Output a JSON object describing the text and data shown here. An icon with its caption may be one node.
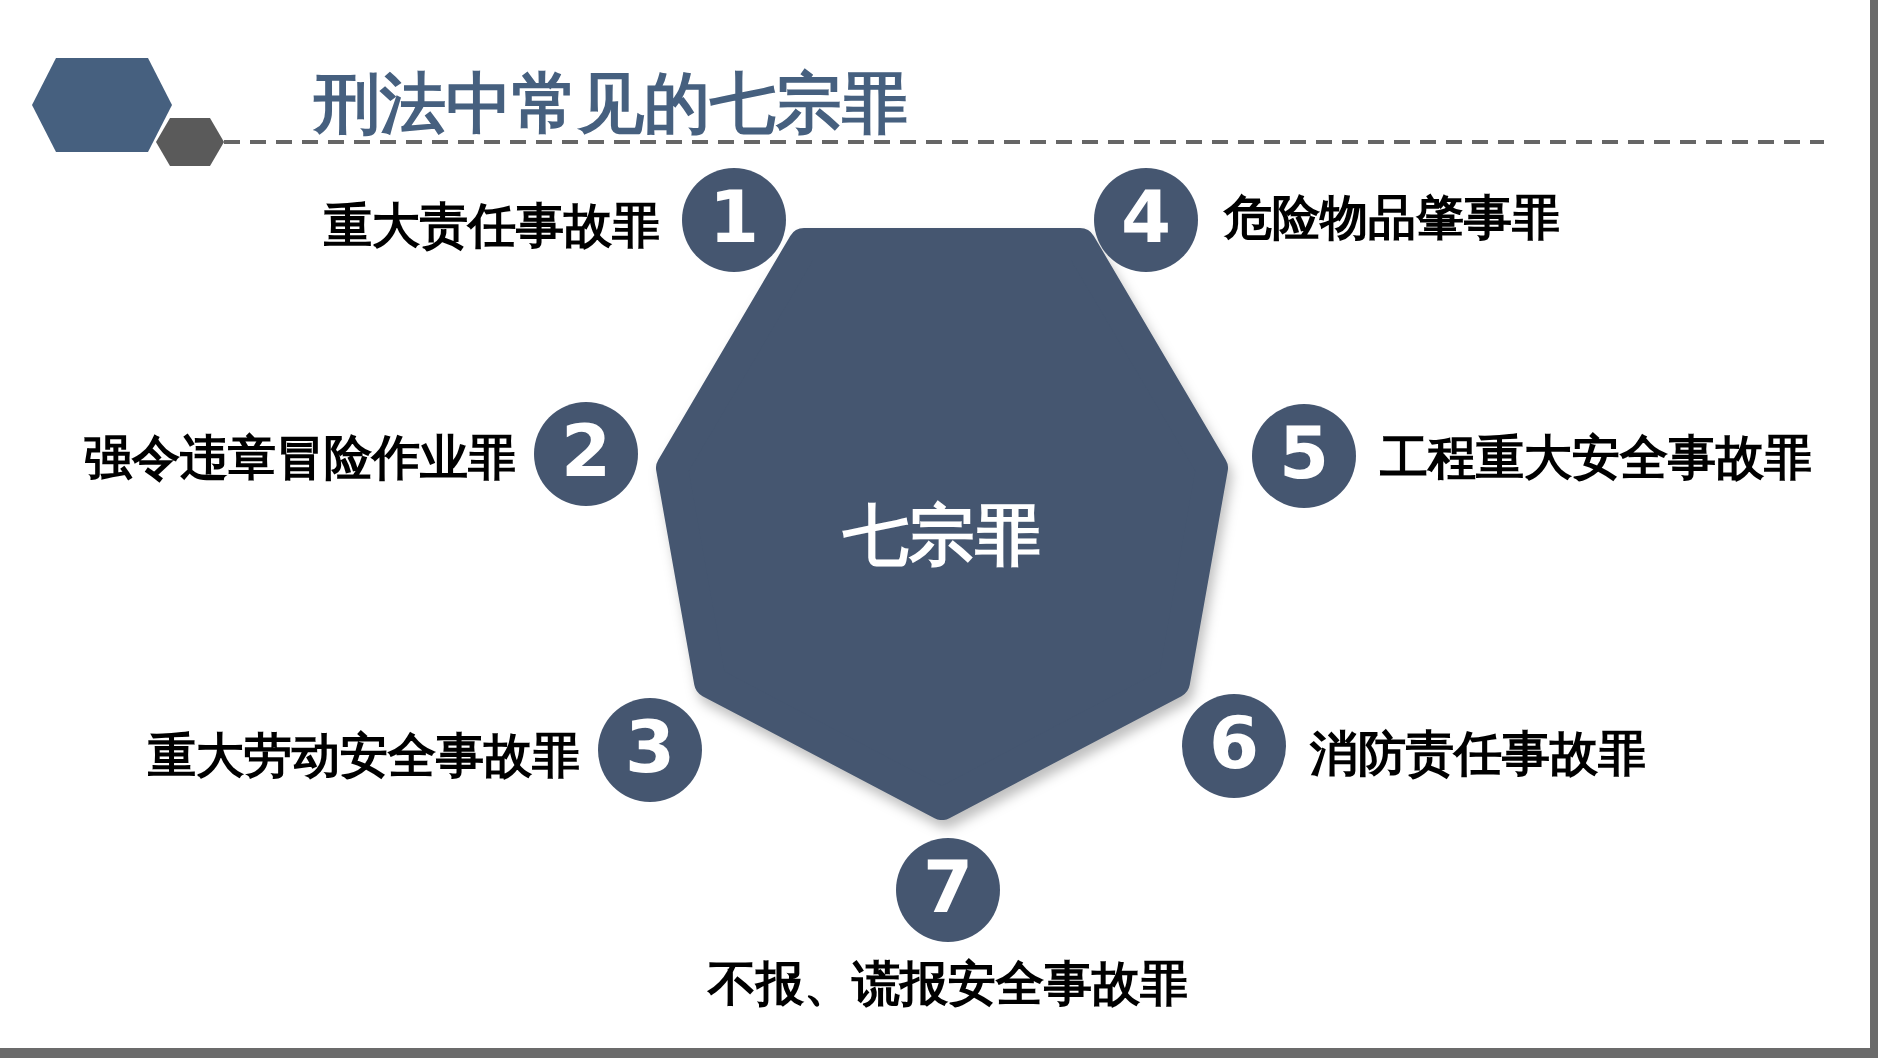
{
  "diagram": {
    "title": "刑法中常见的七宗罪",
    "nodes": [
      {
        "text": [
          "七宗罪"
        ]
      },
      {
        "text": [
          "1"
        ],
        "beside": [
          "重大责任事故罪"
        ]
      },
      {
        "text": [
          "2"
        ],
        "beside": [
          "强令违章冒险作业罪"
        ]
      },
      {
        "text": [
          "3"
        ],
        "beside": [
          "重大劳动安全事故罪"
        ]
      },
      {
        "text": [
          "4"
        ],
        "beside": [
          "危险物品肇事罪"
        ]
      },
      {
        "text": [
          "5"
        ],
        "beside": [
          "工程重大安全事故罪"
        ]
      },
      {
        "text": [
          "6"
        ],
        "beside": [
          "消防责任事故罪"
        ]
      },
      {
        "text": [
          "7"
        ],
        "beside": [
          "不报、谎报安全事故罪"
        ]
      }
    ]
  }
}
